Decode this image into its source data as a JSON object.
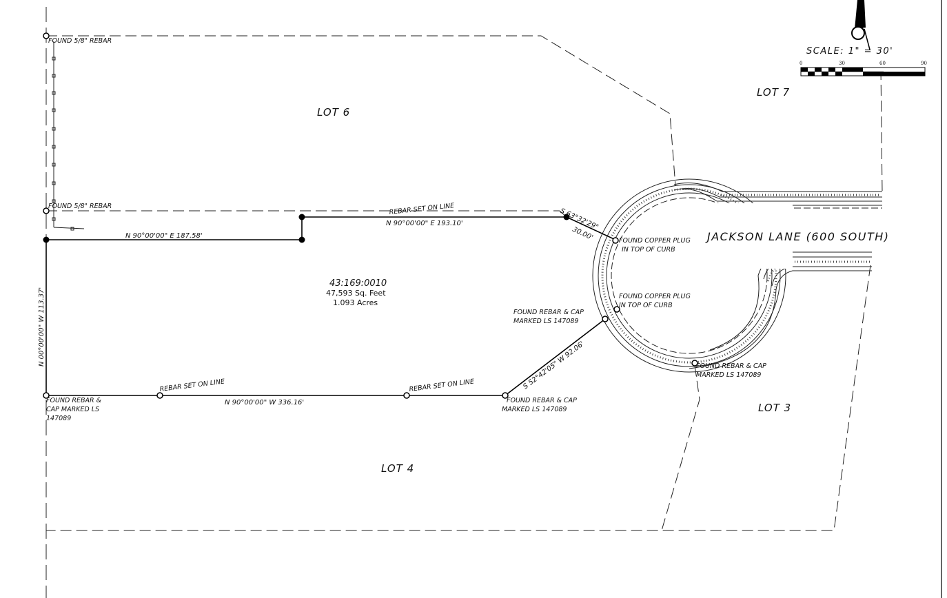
{
  "lots": {
    "lot6": "LOT 6",
    "lot7": "LOT 7",
    "lot3": "LOT 3",
    "lot4": "LOT 4"
  },
  "road": "JACKSON LANE (600 SOUTH)",
  "parcel": {
    "id": "43:169:0010",
    "area_sqft": "47,593 Sq. Feet",
    "area_acres": "1.093 Acres"
  },
  "scale": {
    "title": "SCALE: 1\" = 30'",
    "ticks": [
      "0",
      "30",
      "60",
      "90"
    ]
  },
  "bearings": {
    "north_bottom": "N 90°00'00\" W   336.16'",
    "north_upper": "N 90°00'00\" E   193.10'",
    "north_left_top": "N 90°00'00\" E   187.58'",
    "west_side": "N 00°00'00\" W   113.37'",
    "diag_upper": "S 63°32'29\"",
    "diag_upper_dist": "30.00'",
    "diag_lower": "S 52°42'05\" W   92.06'"
  },
  "notes": {
    "found_rebar_top": "FOUND 5/8\" REBAR",
    "found_rebar_mid": "FOUND 5/8\" REBAR",
    "rebar_set_upper": "REBAR SET ON LINE",
    "rebar_set_left": "REBAR SET ON LINE",
    "rebar_set_right": "REBAR SET ON LINE",
    "copper_plug_1a": "FOUND COPPER PLUG",
    "copper_plug_1b": "IN TOP OF CURB",
    "copper_plug_2a": "FOUND COPPER PLUG",
    "copper_plug_2b": "IN TOP OF CURB",
    "rebar_cap_mid_a": "FOUND REBAR & CAP",
    "rebar_cap_mid_b": "MARKED LS 147089",
    "rebar_cap_right_a": "FOUND REBAR & CAP",
    "rebar_cap_right_b": "MARKED LS 147089",
    "rebar_cap_bottom_a": "FOUND REBAR & CAP",
    "rebar_cap_bottom_b": "MARKED LS 147089",
    "rebar_cap_corner_a": "FOUND REBAR &",
    "rebar_cap_corner_b": "CAP MARKED LS",
    "rebar_cap_corner_c": "147089"
  }
}
